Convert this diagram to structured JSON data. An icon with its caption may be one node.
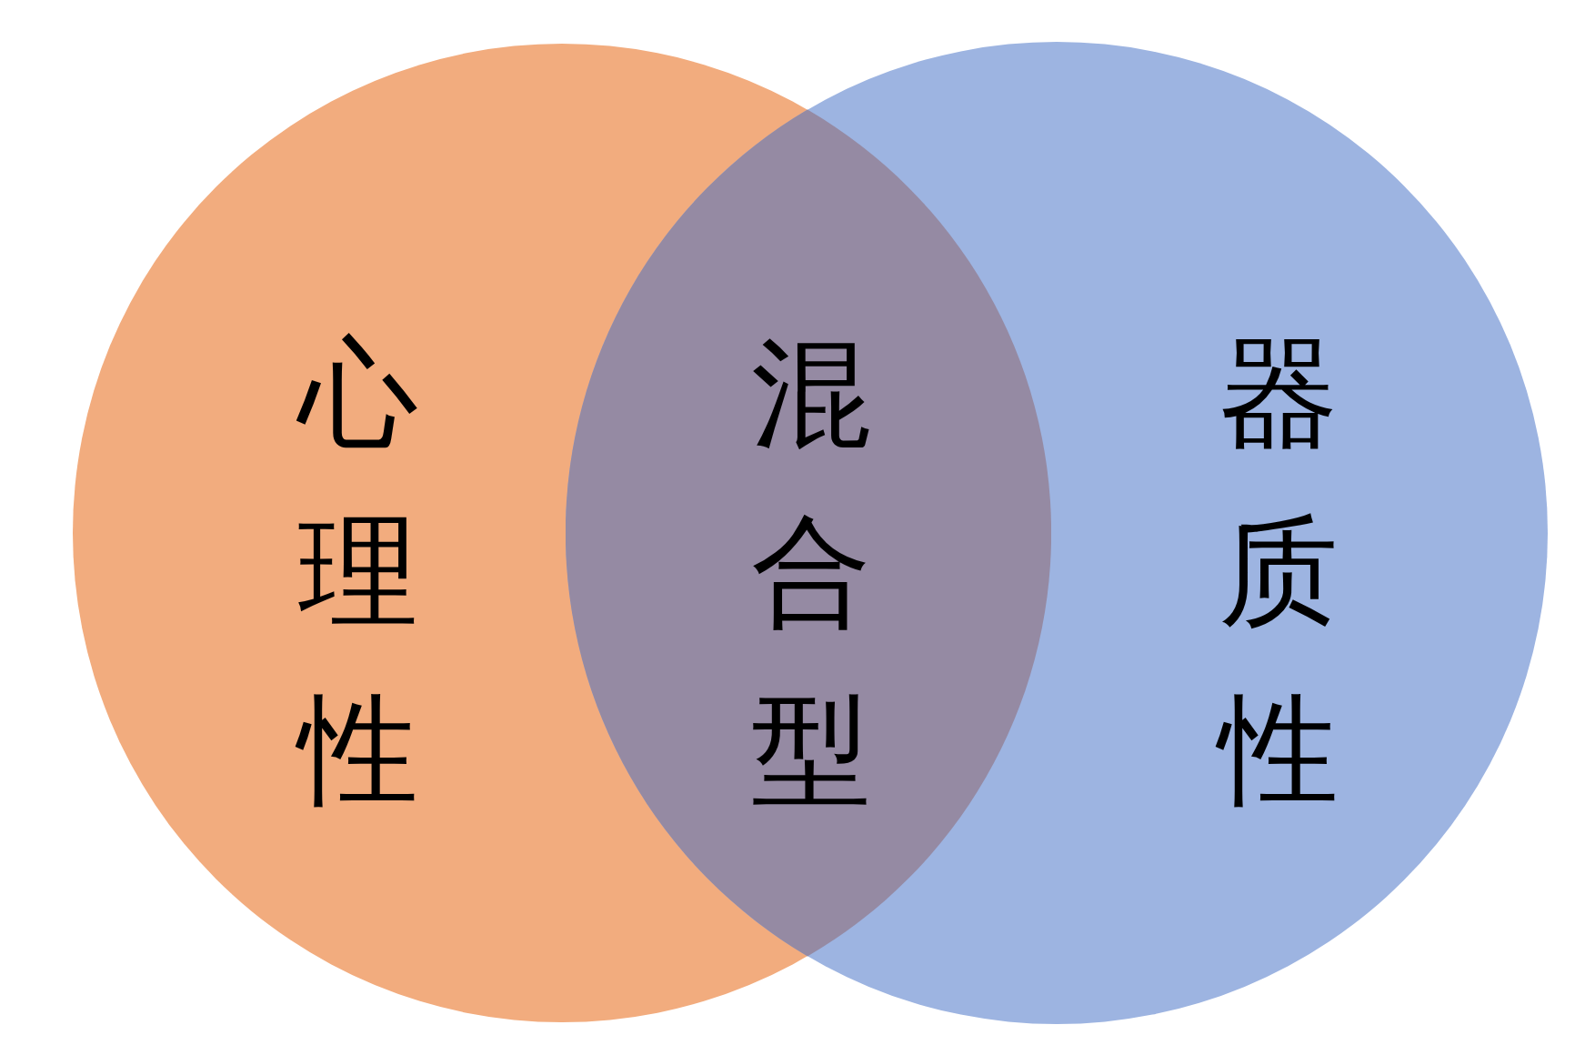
{
  "diagram": {
    "nodes": [
      {
        "text": [
          "心理性"
        ]
      },
      {
        "text": [
          "器质性"
        ]
      },
      {
        "text": [
          "混合型"
        ]
      }
    ]
  }
}
